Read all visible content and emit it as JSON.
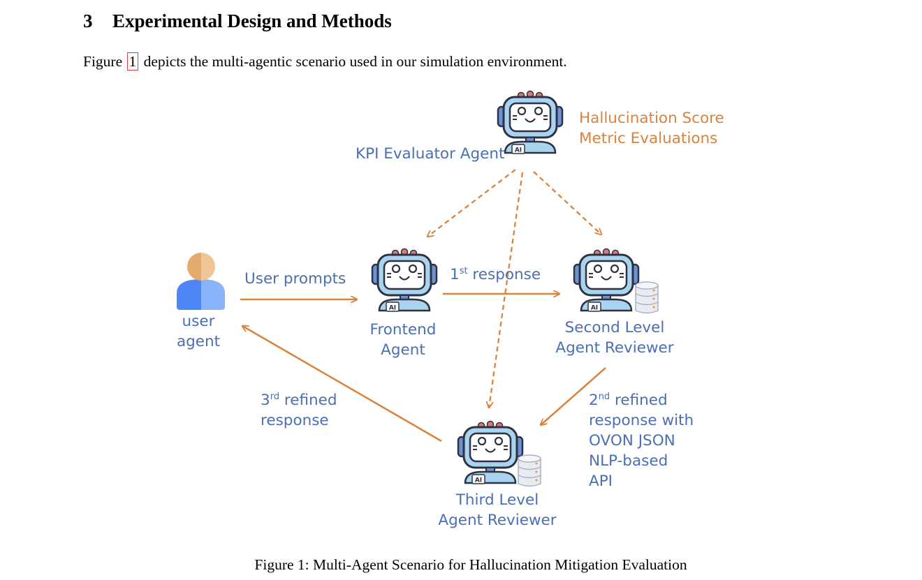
{
  "section": {
    "number": "3",
    "title": "Experimental Design and Methods"
  },
  "intro": {
    "before": "Figure ",
    "ref": "1",
    "after": " depicts the multi-agentic scenario used in our simulation environment."
  },
  "figure": {
    "caption": "Figure 1: Multi-Agent Scenario for Hallucination Mitigation Evaluation",
    "kpi_agent": "KPI Evaluator Agent",
    "kpi_outputs": {
      "line1": "Hallucination Score",
      "line2": "Metric Evaluations"
    },
    "user_agent": {
      "line1": "user",
      "line2": "agent"
    },
    "frontend_agent": {
      "line1": "Frontend",
      "line2": "Agent"
    },
    "second_level": {
      "line1": "Second Level",
      "line2": "Agent Reviewer"
    },
    "third_level": {
      "line1": "Third Level",
      "line2": "Agent Reviewer"
    },
    "user_prompts": "User prompts",
    "first_response": {
      "num": "1",
      "sup": "st",
      "text": " response"
    },
    "second_refined": {
      "num": "2",
      "sup": "nd",
      "text": " refined",
      "line2": "response with",
      "line3": "OVON JSON",
      "line4": "NLP-based",
      "line5": "API"
    },
    "third_refined": {
      "num": "3",
      "sup": "rd",
      "text": " refined",
      "line2": "response"
    },
    "robot_badge": "AI",
    "colors": {
      "label_blue": "#4a6fb5",
      "arrow_orange": "#d9833d",
      "robot_face": "#a9d4f0"
    }
  }
}
